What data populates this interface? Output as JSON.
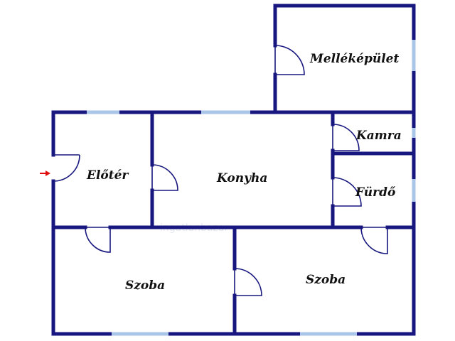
{
  "plan": {
    "rooms": [
      {
        "id": "mellekepulet",
        "label": "Melléképület"
      },
      {
        "id": "kamra",
        "label": "Kamra"
      },
      {
        "id": "eloter",
        "label": "Előtér"
      },
      {
        "id": "konyha",
        "label": "Konyha"
      },
      {
        "id": "furdo",
        "label": "Fürdő"
      },
      {
        "id": "szoba-left",
        "label": "Szoba"
      },
      {
        "id": "szoba-right",
        "label": "Szoba"
      }
    ],
    "watermark": "ingatlanbazar",
    "colors": {
      "wall": "#17177f",
      "window": "#a9c6e8",
      "entrance_arrow": "#e01010",
      "background": "#ffffff"
    },
    "entrance_icon": "arrow-right-icon"
  }
}
